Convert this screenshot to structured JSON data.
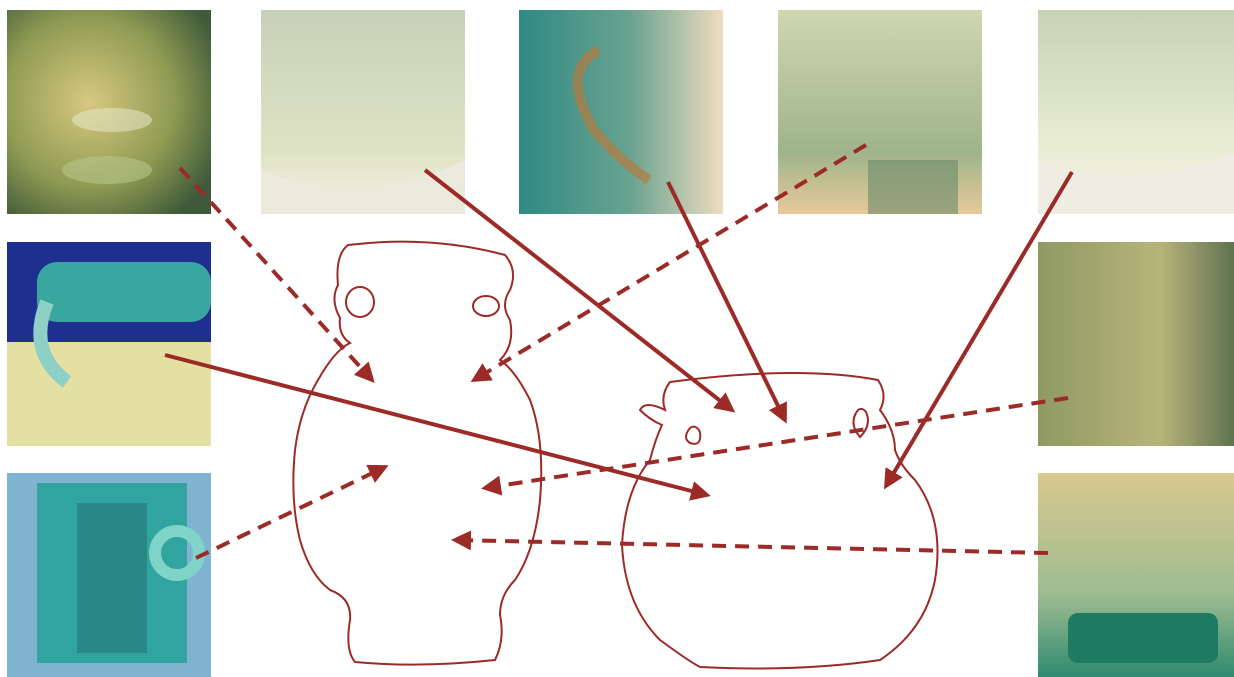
{
  "colors": {
    "outline": "#9c2a27",
    "arrow": "#9c2a27",
    "background": "#ffffff"
  },
  "photos": [
    {
      "id": "photo-1",
      "subject": "relief-face-detail",
      "tone": [
        "#c9b56a",
        "#8e9a52",
        "#3f5a3a"
      ]
    },
    {
      "id": "photo-2",
      "subject": "glass-bubbles-body",
      "tone": [
        "#dfe3c4",
        "#b9c9a3",
        "#8fa28a"
      ]
    },
    {
      "id": "photo-3",
      "subject": "loop-handle-closeup",
      "tone": [
        "#2f8a83",
        "#b57a3e",
        "#f0dcc0"
      ]
    },
    {
      "id": "photo-4",
      "subject": "pleated-neck-relief",
      "tone": [
        "#cfd7b0",
        "#9fb48b",
        "#6b8b6a"
      ]
    },
    {
      "id": "photo-5",
      "subject": "glass-bubbles-base",
      "tone": [
        "#e8ecd2",
        "#c6d3b5",
        "#a0b29f"
      ]
    },
    {
      "id": "photo-6",
      "subject": "handle-on-blue-background",
      "tone": [
        "#1f2f8f",
        "#3aa6a0",
        "#e4e0a2"
      ]
    },
    {
      "id": "photo-7",
      "subject": "face-relief-profile",
      "tone": [
        "#b7b47a",
        "#8f9a62",
        "#576b4b"
      ]
    },
    {
      "id": "photo-8",
      "subject": "twin-handles-neck",
      "tone": [
        "#7fb3cf",
        "#32a4a0",
        "#1b6c6b"
      ]
    },
    {
      "id": "photo-9",
      "subject": "foot-ring-base",
      "tone": [
        "#d9c98f",
        "#9dbb91",
        "#2f8a6e"
      ]
    }
  ],
  "vessels": [
    {
      "id": "vessel-tall",
      "shape": "tall-jar-outline"
    },
    {
      "id": "vessel-round",
      "shape": "round-jar-outline"
    }
  ],
  "arrows": [
    {
      "from": "photo-1",
      "to": "vessel-tall",
      "style": "dashed"
    },
    {
      "from": "photo-2",
      "to": "vessel-round",
      "style": "solid"
    },
    {
      "from": "photo-3",
      "to": "vessel-round",
      "style": "solid"
    },
    {
      "from": "photo-4",
      "to": "vessel-tall",
      "style": "dashed"
    },
    {
      "from": "photo-5",
      "to": "vessel-round",
      "style": "solid"
    },
    {
      "from": "photo-6",
      "to": "vessel-round",
      "style": "solid"
    },
    {
      "from": "photo-7",
      "to": "vessel-tall",
      "style": "dashed"
    },
    {
      "from": "photo-8",
      "to": "vessel-tall",
      "style": "dashed"
    },
    {
      "from": "photo-9",
      "to": "vessel-tall",
      "style": "dashed"
    }
  ]
}
